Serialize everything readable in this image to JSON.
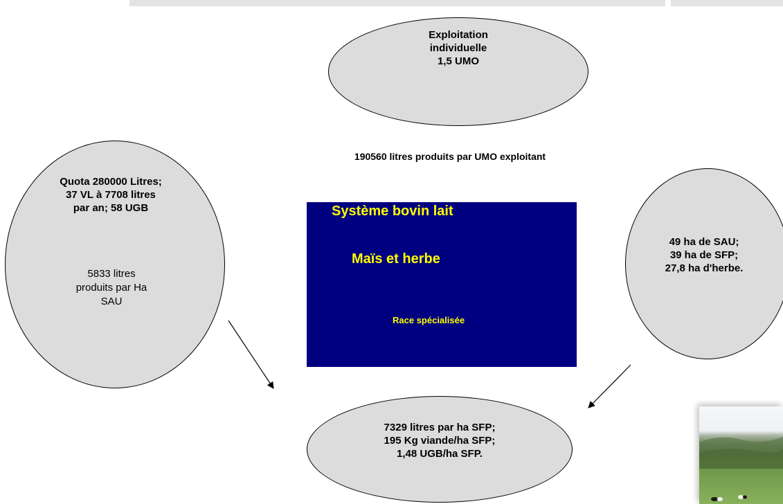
{
  "top_ellipse": {
    "line1": "Exploitation",
    "line2": "individuelle",
    "line3": "1,5 UMO"
  },
  "umo_caption": "190560 litres produits par UMO exploitant",
  "left_circle": {
    "line1": "Quota  280000 Litres;",
    "line2": "37 VL  à 7708 litres",
    "line3": "par an;  58  UGB",
    "sub1": "5833 litres",
    "sub2": "produits par Ha",
    "sub3": "SAU"
  },
  "center_box": {
    "title": "Système bovin lait",
    "subtitle": "Maïs et herbe",
    "race": "Race spécialisée"
  },
  "right_circle": {
    "line1": "49 ha de SAU;",
    "line2": "39 ha de SFP;",
    "line3": "27,8 ha d'herbe."
  },
  "bottom_ellipse": {
    "line1": "7329 litres par ha SFP;",
    "line2": "195 Kg viande/ha SFP;",
    "line3": "1,48 UGB/ha SFP."
  }
}
